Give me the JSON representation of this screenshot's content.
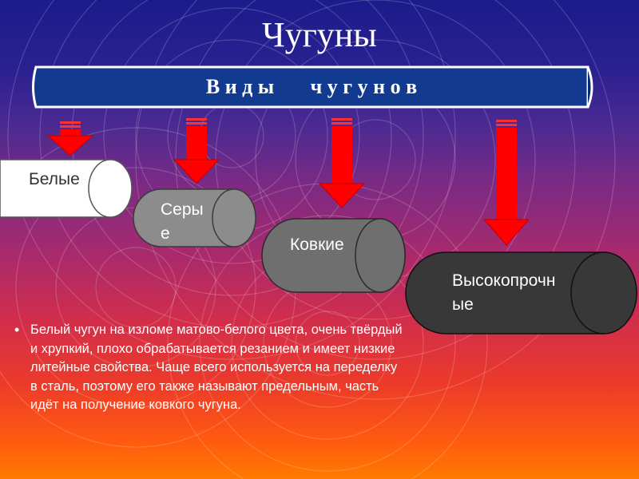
{
  "slide": {
    "title": "Чугуны",
    "banner": "В и д ы       ч у г у н о в",
    "types": [
      {
        "label": "Белые",
        "fill": "#ffffff",
        "text_color": "#333333"
      },
      {
        "label": "Серые",
        "fill": "#8c8c8c",
        "text_color": "#ffffff"
      },
      {
        "label": "Ковкие",
        "fill": "#6f6f6f",
        "text_color": "#ffffff"
      },
      {
        "label": "Высокопрочные",
        "fill": "#383838",
        "text_color": "#ffffff"
      }
    ],
    "description": "Белый чугун на изломе матово-белого цвета, очень твёрдый и хрупкий, плохо обрабатывается резанием и имеет низкие литейные свойства. Чаще всего используется на переделку в сталь, поэтому его также называют предельным, часть идёт на получение ковкого чугуна.",
    "bullet": "•"
  },
  "colors": {
    "arrow": "#ff0000",
    "banner_fill": "#123a8f",
    "banner_border": "#ffffff"
  }
}
